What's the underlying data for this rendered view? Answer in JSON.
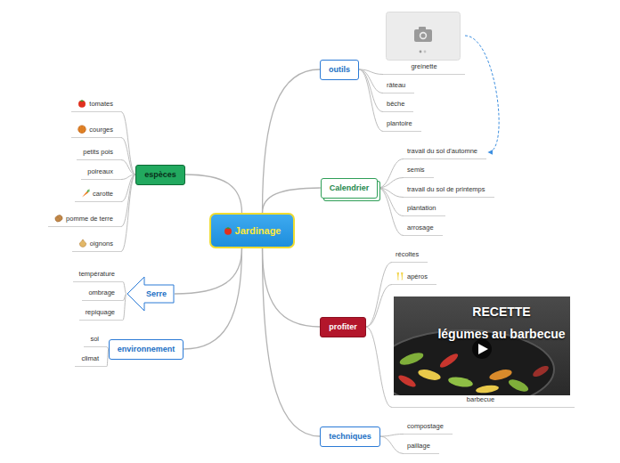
{
  "diagram": {
    "nodes": [
      {
        "text": [
          "Jardinage"
        ]
      },
      {
        "text": [
          "outils"
        ]
      },
      {
        "text": [
          "greinette"
        ]
      },
      {
        "text": [
          "râteau"
        ]
      },
      {
        "text": [
          "bêche"
        ]
      },
      {
        "text": [
          "plantoire"
        ]
      },
      {
        "text": [
          "Calendrier"
        ]
      },
      {
        "text": [
          "travail du sol d'automne"
        ]
      },
      {
        "text": [
          "semis"
        ]
      },
      {
        "text": [
          "travail du sol de printemps"
        ]
      },
      {
        "text": [
          "plantation"
        ]
      },
      {
        "text": [
          "arrosage"
        ]
      },
      {
        "text": [
          "profiter"
        ]
      },
      {
        "text": [
          "récoltes"
        ]
      },
      {
        "text": [
          "apéros"
        ]
      },
      {
        "text": [
          "barbecue"
        ]
      },
      {
        "text": [
          "techniques"
        ]
      },
      {
        "text": [
          "compostage"
        ]
      },
      {
        "text": [
          "paillage"
        ]
      },
      {
        "text": [
          "espèces"
        ]
      },
      {
        "text": [
          "tomates"
        ]
      },
      {
        "text": [
          "courges"
        ]
      },
      {
        "text": [
          "petits pois"
        ]
      },
      {
        "text": [
          "poireaux"
        ]
      },
      {
        "text": [
          "carotte"
        ]
      },
      {
        "text": [
          "pomme de terre"
        ]
      },
      {
        "text": [
          "oignons"
        ]
      },
      {
        "text": [
          "Serre"
        ]
      },
      {
        "text": [
          "température"
        ]
      },
      {
        "text": [
          "ombrage"
        ]
      },
      {
        "text": [
          "repiquage"
        ]
      },
      {
        "text": [
          "environnement"
        ]
      },
      {
        "text": [
          "sol"
        ]
      },
      {
        "text": [
          "climat"
        ]
      }
    ],
    "edges": [
      {
        "from": 0,
        "to": 1,
        "arrow": "none"
      },
      {
        "from": 1,
        "to": 2,
        "arrow": "none"
      },
      {
        "from": 1,
        "to": 3,
        "arrow": "none"
      },
      {
        "from": 1,
        "to": 4,
        "arrow": "none"
      },
      {
        "from": 1,
        "to": 5,
        "arrow": "none"
      },
      {
        "from": 0,
        "to": 6,
        "arrow": "none"
      },
      {
        "from": 6,
        "to": 7,
        "arrow": "none"
      },
      {
        "from": 6,
        "to": 8,
        "arrow": "none"
      },
      {
        "from": 6,
        "to": 9,
        "arrow": "none"
      },
      {
        "from": 6,
        "to": 10,
        "arrow": "none"
      },
      {
        "from": 6,
        "to": 11,
        "arrow": "none"
      },
      {
        "from": 0,
        "to": 12,
        "arrow": "none"
      },
      {
        "from": 12,
        "to": 13,
        "arrow": "none"
      },
      {
        "from": 12,
        "to": 14,
        "arrow": "none"
      },
      {
        "from": 12,
        "to": 15,
        "arrow": "none"
      },
      {
        "from": 0,
        "to": 16,
        "arrow": "none"
      },
      {
        "from": 16,
        "to": 17,
        "arrow": "none"
      },
      {
        "from": 16,
        "to": 18,
        "arrow": "none"
      },
      {
        "from": 0,
        "to": 19,
        "arrow": "none"
      },
      {
        "from": 19,
        "to": 20,
        "arrow": "none"
      },
      {
        "from": 19,
        "to": 21,
        "arrow": "none"
      },
      {
        "from": 19,
        "to": 22,
        "arrow": "none"
      },
      {
        "from": 19,
        "to": 23,
        "arrow": "none"
      },
      {
        "from": 19,
        "to": 24,
        "arrow": "none"
      },
      {
        "from": 19,
        "to": 25,
        "arrow": "none"
      },
      {
        "from": 19,
        "to": 26,
        "arrow": "none"
      },
      {
        "from": 0,
        "to": 27,
        "arrow": "none"
      },
      {
        "from": 27,
        "to": 28,
        "arrow": "none"
      },
      {
        "from": 27,
        "to": 29,
        "arrow": "none"
      },
      {
        "from": 27,
        "to": 30,
        "arrow": "none"
      },
      {
        "from": 0,
        "to": 31,
        "arrow": "none"
      },
      {
        "from": 31,
        "to": 32,
        "arrow": "none"
      },
      {
        "from": 31,
        "to": 33,
        "arrow": "none"
      },
      {
        "from": 2,
        "to": 7,
        "arrow": "to"
      }
    ],
    "labels": [
      "RECETTE",
      "légumes au barbecue"
    ]
  }
}
